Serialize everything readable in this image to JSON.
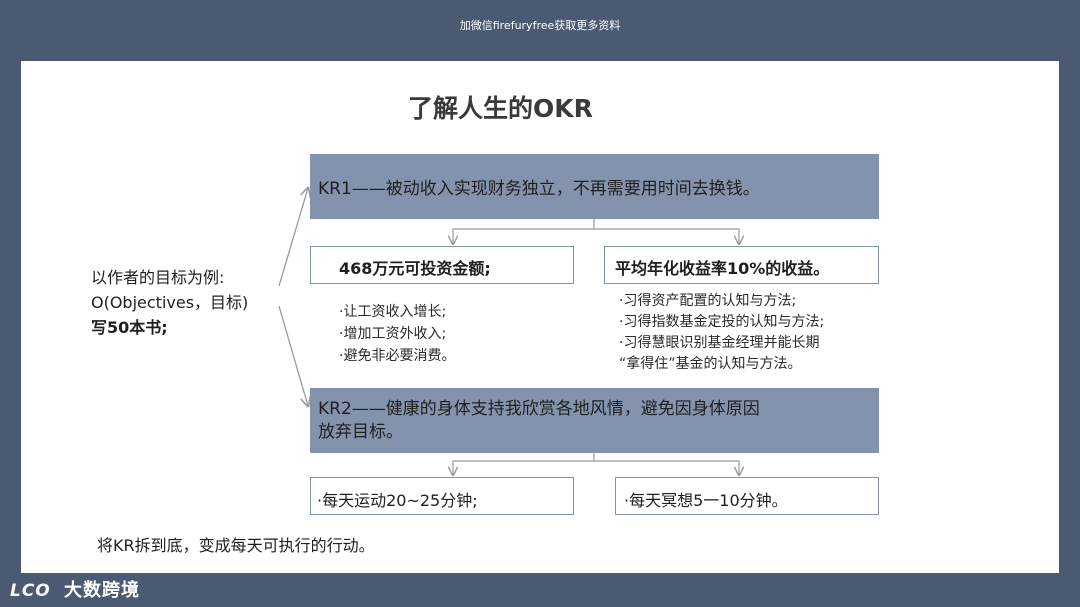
{
  "header": {
    "watermark": "加微信firefuryfree获取更多资料"
  },
  "slide": {
    "title": "了解人生的OKR",
    "kr1": "KR1——被动收入实现财务独立，不再需要用时间去换钱。",
    "kr1_box1": "468万元可投资金额;",
    "kr1_box2": "平均年化收益率10%的收益。",
    "kr1_box1_items": [
      "·让工资收入增长;",
      "·增加工资外收入;",
      "·避免非必要消费。"
    ],
    "kr1_box2_items": [
      "·习得资产配置的认知与方法;",
      "·习得指数基金定投的认知与方法;",
      "·习得慧眼识别基金经理并能长期",
      "“拿得住”基金的认知与方法。"
    ],
    "kr2_line1": "KR2——健康的身体支持我欣赏各地风情，避免因身体原因",
    "kr2_line2": "放弃目标。",
    "kr2_box1": "·每天运动20~25分钟;",
    "kr2_box2": "·每天冥想5一10分钟。",
    "objective_line1": "以作者的目标为例:",
    "objective_line2": "O(Objectives，目标)",
    "objective_line3": "写50本书;",
    "conclusion": "将KR拆到底，变成每天可执行的行动。"
  },
  "logo": {
    "mark": "LCO",
    "text": "大数跨境"
  },
  "colors": {
    "background": "#4a5a73",
    "kr_box": "#8493ad",
    "slide": "#ffffff"
  }
}
